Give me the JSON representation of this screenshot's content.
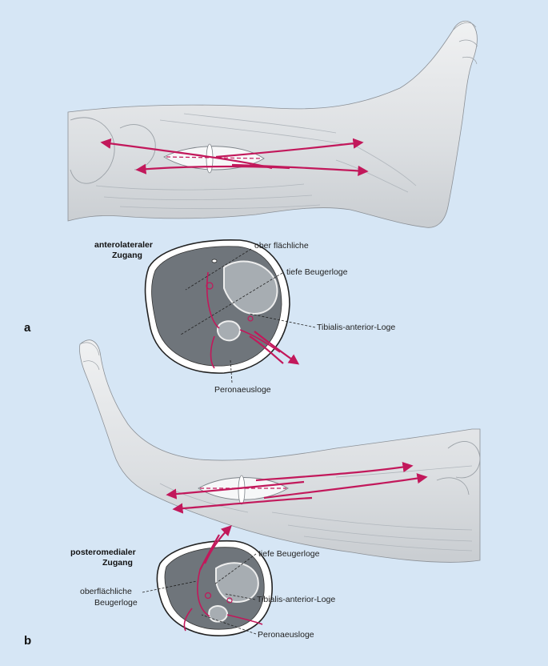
{
  "panels": {
    "a": {
      "letter": "a",
      "approach_line1": "anterolateraler",
      "approach_line2": "Zugang",
      "labels": {
        "superficial": "ober flächliche",
        "deep_flexor": "tiefe Beugerloge",
        "tibialis": "Tibialis-anterior-Loge",
        "peroneus": "Peronaeusloge"
      }
    },
    "b": {
      "letter": "b",
      "approach_line1": "posteromedialer",
      "approach_line2": "Zugang",
      "labels": {
        "deep_flexor": "tiefe Beugerloge",
        "tibialis": "Tibialis-anterior-Loge",
        "superficial_line1": "oberflächliche",
        "superficial_line2": "Beugerloge",
        "peroneus": "Peronaeusloge"
      }
    }
  },
  "colors": {
    "background": "#d6e6f5",
    "incision": "#c2185b",
    "compartment_dark": "#6f757b",
    "compartment_light": "#a7adb2",
    "skin": "#e9ebed"
  }
}
